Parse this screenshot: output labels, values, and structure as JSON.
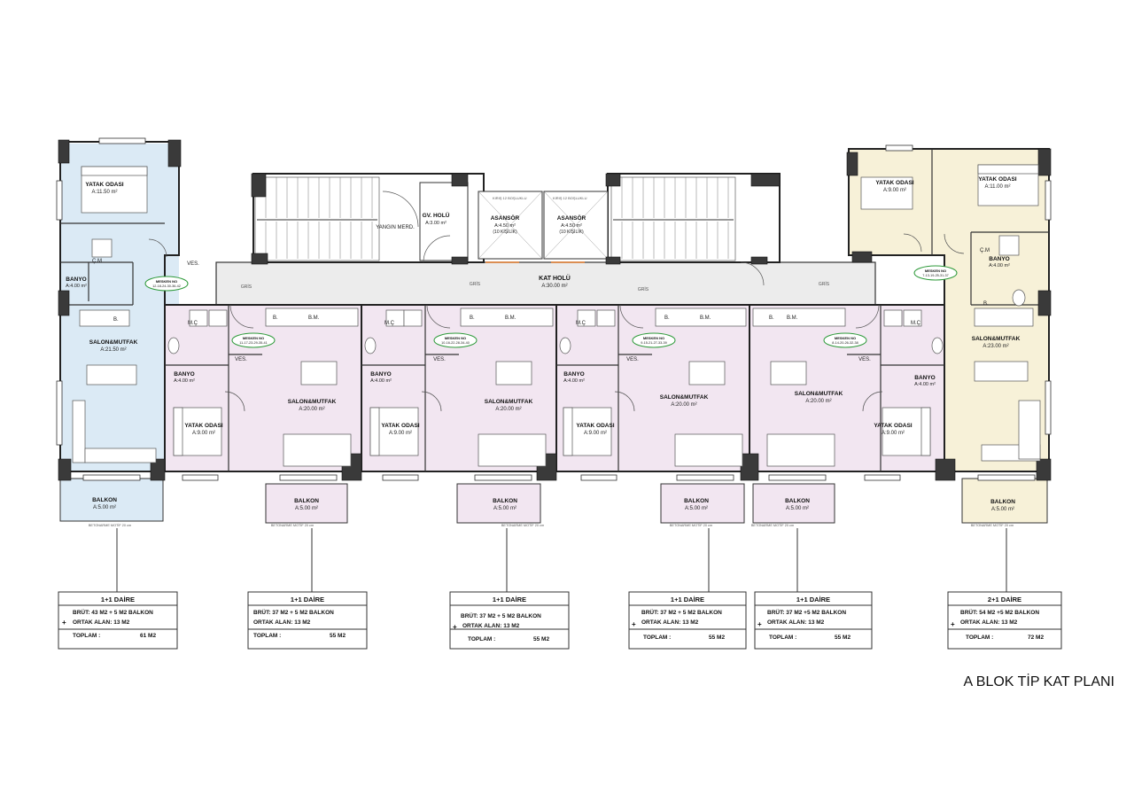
{
  "title": "A BLOK TİP KAT PLANI",
  "colors": {
    "blue_unit": "#dbeaf5",
    "pink_unit": "#f2e6f1",
    "cream_unit": "#f7f1d8",
    "common": "#ececec",
    "wall": "#3a3a3a",
    "tag_ring": "#2e9a3a",
    "orange_arrow": "#e07a2c"
  },
  "common_areas": {
    "kat_holu": {
      "name": "KAT HOLÜ",
      "area": "A:30.00 m²"
    },
    "gv_holu": {
      "name": "GV. HOLÜ",
      "area": "A:3.00 m²"
    },
    "yangin_merd": {
      "name": "YANGIN MERD."
    },
    "asansor_1": {
      "name": "ASANSÖR",
      "area": "A:4.50 m²",
      "note": "(10 KİŞİLİK)"
    },
    "asansor_2": {
      "name": "ASANSÖR",
      "area": "A:4.50 m²",
      "note": "(10 KİŞİLİK)"
    },
    "ves": "VES.",
    "gris": "GRİS",
    "shaft_small": "KIRIŞ 12 BOŞLUKLU"
  },
  "units": [
    {
      "rooms": [
        {
          "name": "YATAK ODASI",
          "area": "A:11.50 m²"
        },
        {
          "name": "BANYO",
          "area": "A:4.00 m²"
        },
        {
          "name": "SALON&MUTFAK",
          "area": "A:21.50 m²"
        },
        {
          "name": "BALKON",
          "area": "A:5.00 m²"
        }
      ],
      "tag": {
        "title": "MESKEN NO",
        "value": "12-18-24-30-36-42"
      },
      "card": {
        "type": "1+1 DAİRE",
        "brut": "BRÜT: 43 M2 + 5 M2 BALKON",
        "ortak": "ORTAK ALAN: 13 M2",
        "toplam_label": "TOPLAM :",
        "toplam": "61 M2"
      }
    },
    {
      "rooms": [
        {
          "name": "BANYO",
          "area": "A:4.00 m²"
        },
        {
          "name": "YATAK ODASI",
          "area": "A:9.00 m²"
        },
        {
          "name": "SALON&MUTFAK",
          "area": "A:20.00 m²"
        },
        {
          "name": "BALKON",
          "area": "A:5.00 m²"
        }
      ],
      "tag": {
        "title": "MESKEN NO",
        "value": "11-17-23-29-35-41"
      },
      "card": {
        "type": "1+1 DAİRE",
        "brut": "BRÜT: 37 M2 + 5 M2 BALKON",
        "ortak": "ORTAK ALAN: 13 M2",
        "toplam_label": "TOPLAM :",
        "toplam": "55 M2"
      }
    },
    {
      "rooms": [
        {
          "name": "BANYO",
          "area": "A:4.00 m²"
        },
        {
          "name": "YATAK ODASI",
          "area": "A:9.00 m²"
        },
        {
          "name": "SALON&MUTFAK",
          "area": "A:20.00 m²"
        },
        {
          "name": "BALKON",
          "area": "A:5.00 m²"
        }
      ],
      "tag": {
        "title": "MESKEN NO",
        "value": "10-16-22-28-34-40"
      },
      "card": {
        "type": "1+1 DAİRE",
        "brut": "BRÜT: 37 M2 + 5 M2 BALKON",
        "ortak": "ORTAK ALAN: 13 M2",
        "toplam_label": "TOPLAM :",
        "toplam": "55 M2"
      }
    },
    {
      "rooms": [
        {
          "name": "BANYO",
          "area": "A:4.00 m²"
        },
        {
          "name": "YATAK ODASI",
          "area": "A:9.00 m²"
        },
        {
          "name": "SALON&MUTFAK",
          "area": "A:20.00 m²"
        },
        {
          "name": "BALKON",
          "area": "A:5.00 m²"
        }
      ],
      "tag": {
        "title": "MESKEN NO",
        "value": "9-15-21-27-33-39"
      },
      "card": {
        "type": "1+1 DAİRE",
        "brut": "BRÜT: 37 M2 + 5 M2 BALKON",
        "ortak": "ORTAK ALAN: 13 M2",
        "toplam_label": "TOPLAM :",
        "toplam": "55 M2"
      }
    },
    {
      "rooms": [
        {
          "name": "BANYO",
          "area": "A:4.00 m²"
        },
        {
          "name": "YATAK ODASI",
          "area": "A:9.00 m²"
        },
        {
          "name": "SALON&MUTFAK",
          "area": "A:20.00 m²"
        },
        {
          "name": "BALKON",
          "area": "A:5.00 m²"
        }
      ],
      "tag": {
        "title": "MESKEN NO",
        "value": "8-14-20-26-32-38"
      },
      "card": {
        "type": "1+1 DAİRE",
        "brut": "BRÜT: 37 M2 +5 M2 BALKON",
        "ortak": "ORTAK ALAN: 13 M2",
        "toplam_label": "TOPLAM :",
        "toplam": "55 M2"
      }
    },
    {
      "rooms": [
        {
          "name": "YATAK ODASI",
          "area": "A:9.00 m²"
        },
        {
          "name": "YATAK ODASI",
          "area": "A:11.00 m²"
        },
        {
          "name": "BANYO",
          "area": "A:4.00 m²"
        },
        {
          "name": "SALON&MUTFAK",
          "area": "A:23.00 m²"
        },
        {
          "name": "BALKON",
          "area": "A:5.00 m²"
        }
      ],
      "tag": {
        "title": "MESKEN NO",
        "value": "7-13-19-25-31-37"
      },
      "card": {
        "type": "2+1 DAİRE",
        "brut": "BRÜT: 54 M2 +5 M2 BALKON",
        "ortak": "ORTAK ALAN: 13 M2",
        "toplam_label": "TOPLAM :",
        "toplam": "72 M2"
      }
    }
  ],
  "small_labels": {
    "bm": "B.M.",
    "b": "B.",
    "cm": "Ç.M",
    "mc": "M.Ç",
    "balkon_note": "BETONARME MOTİF 20 cm"
  }
}
